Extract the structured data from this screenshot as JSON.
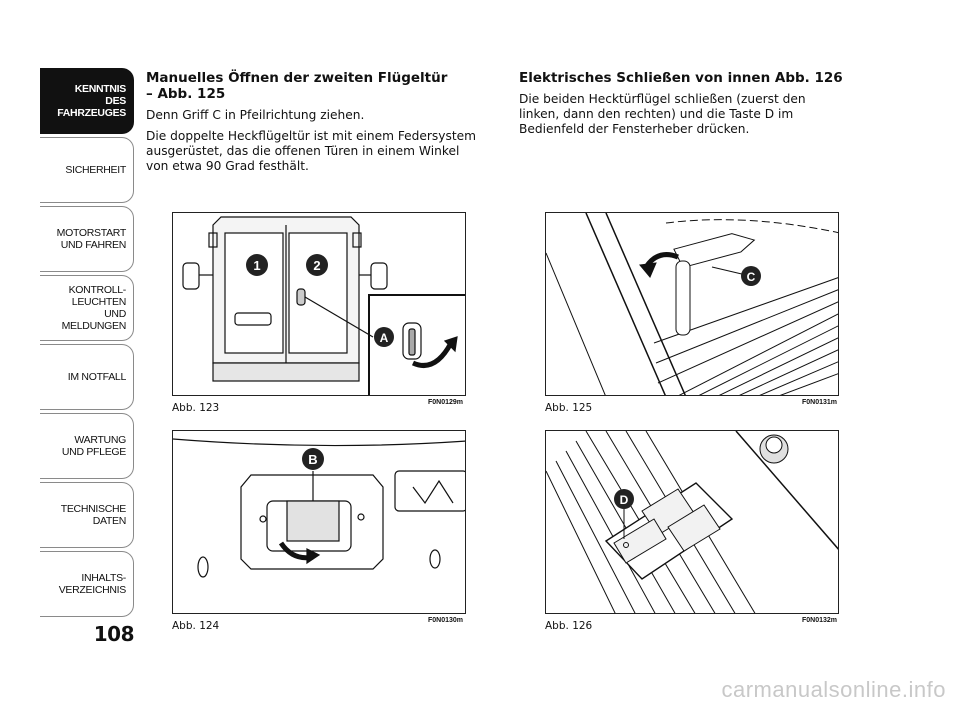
{
  "sidebar": {
    "tabs": [
      {
        "label": "KENNTNIS\nDES FAHRZEUGES",
        "active": true
      },
      {
        "label": "SICHERHEIT",
        "active": false
      },
      {
        "label": "MOTORSTART\nUND FAHREN",
        "active": false
      },
      {
        "label": "KONTROLL-\nLEUCHTEN\nUND MELDUNGEN",
        "active": false
      },
      {
        "label": "IM NOTFALL",
        "active": false
      },
      {
        "label": "WARTUNG\nUND PFLEGE",
        "active": false
      },
      {
        "label": "TECHNISCHE\nDATEN",
        "active": false
      },
      {
        "label": "INHALTS-\nVERZEICHNIS",
        "active": false
      }
    ]
  },
  "page_number": "108",
  "left_column": {
    "heading": "Manuelles Öffnen der zweiten Flügeltür\n– Abb. 125",
    "paragraphs": [
      "Denn Griff C in Pfeilrichtung ziehen.",
      "Die doppelte Heckflügeltür ist mit einem Federsystem ausgerüstet, das die offenen Türen in einem Winkel von etwa 90 Grad festhält."
    ]
  },
  "right_column": {
    "heading": "Elektrisches Schließen von innen Abb. 126",
    "paragraphs": [
      "Die beiden Hecktürflügel schließen (zuerst den linken, dann den rechten) und die Taste D im Bedienfeld der Fensterheber drücken."
    ]
  },
  "figures": {
    "fig123": {
      "caption": "Abb. 123",
      "code": "F0N0129m",
      "markers": [
        "1",
        "2",
        "A"
      ]
    },
    "fig124": {
      "caption": "Abb. 124",
      "code": "F0N0130m",
      "markers": [
        "B"
      ]
    },
    "fig125": {
      "caption": "Abb. 125",
      "code": "F0N0131m",
      "markers": [
        "C"
      ]
    },
    "fig126": {
      "caption": "Abb. 126",
      "code": "F0N0132m",
      "markers": [
        "D"
      ]
    }
  },
  "watermark": "carmanualsonline.info"
}
